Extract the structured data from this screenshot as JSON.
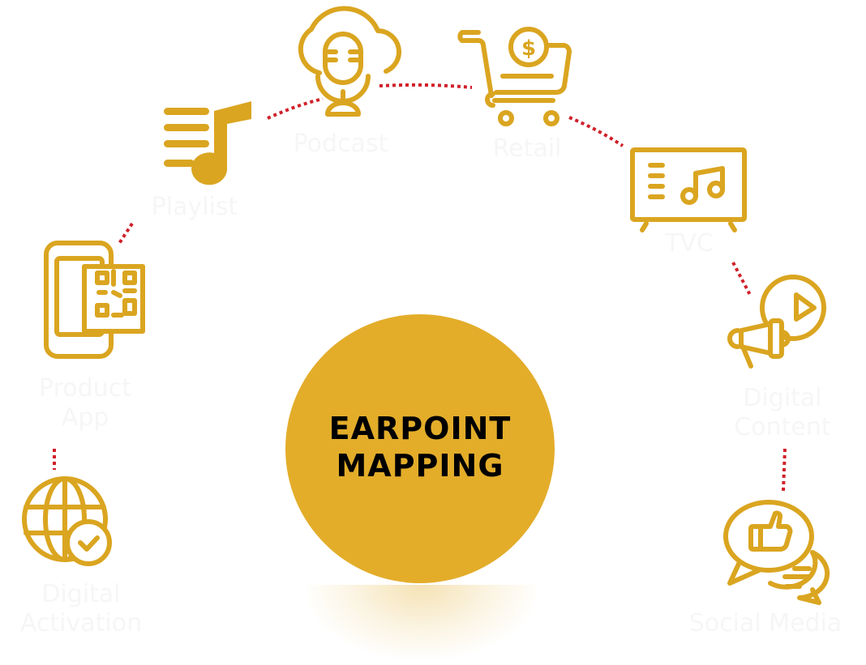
{
  "diagram": {
    "center": {
      "title": "EARPOINT\nMAPPING",
      "color": "#e3ad2a"
    },
    "accent_color": "#daa520",
    "connector_color": "#d0202a",
    "nodes": [
      {
        "id": "playlist",
        "label": "Playlist",
        "icon": "music-playlist-icon"
      },
      {
        "id": "podcast",
        "label": "Podcast",
        "icon": "cloud-microphone-icon"
      },
      {
        "id": "retail",
        "label": "Retail",
        "icon": "shopping-cart-dollar-icon"
      },
      {
        "id": "tvc",
        "label": "TVC",
        "icon": "tv-music-icon"
      },
      {
        "id": "digital-content",
        "label": "Digital\nContent",
        "icon": "megaphone-play-icon"
      },
      {
        "id": "social-media",
        "label": "Social Media",
        "icon": "chat-thumbs-up-icon"
      },
      {
        "id": "product-app",
        "label": "Product\nApp",
        "icon": "phone-qr-code-icon"
      },
      {
        "id": "digital-activation",
        "label": "Digital\nActivation",
        "icon": "globe-check-icon"
      }
    ]
  }
}
